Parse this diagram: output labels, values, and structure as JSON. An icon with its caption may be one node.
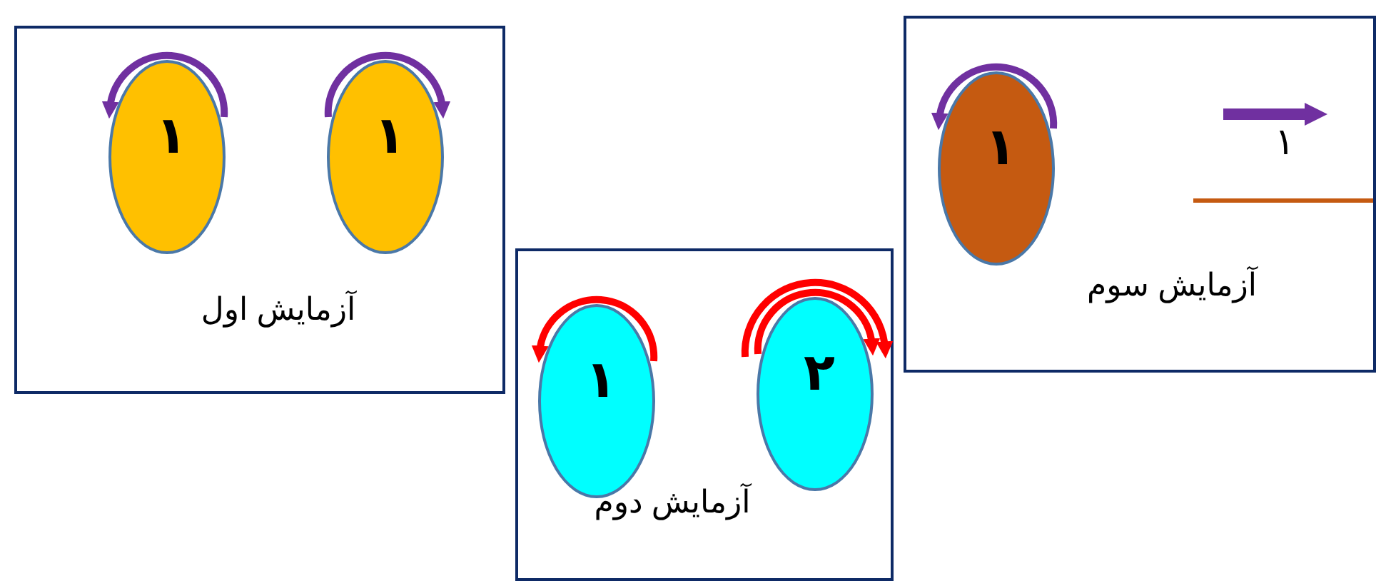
{
  "diagram": {
    "nodes": [
      {
        "text": [
          "آزمایش اول"
        ]
      },
      {
        "text": [
          "۱"
        ],
        "in": 0
      },
      {
        "text": [
          "۱"
        ],
        "in": 0
      },
      {
        "text": [
          "آزمایش دوم"
        ]
      },
      {
        "text": [
          "۱"
        ],
        "in": 3
      },
      {
        "text": [
          "۲"
        ],
        "in": 3
      },
      {
        "text": [
          "آزمایش سوم"
        ]
      },
      {
        "text": [
          "۱"
        ],
        "in": 6
      }
    ],
    "labels": [
      "۱"
    ]
  }
}
